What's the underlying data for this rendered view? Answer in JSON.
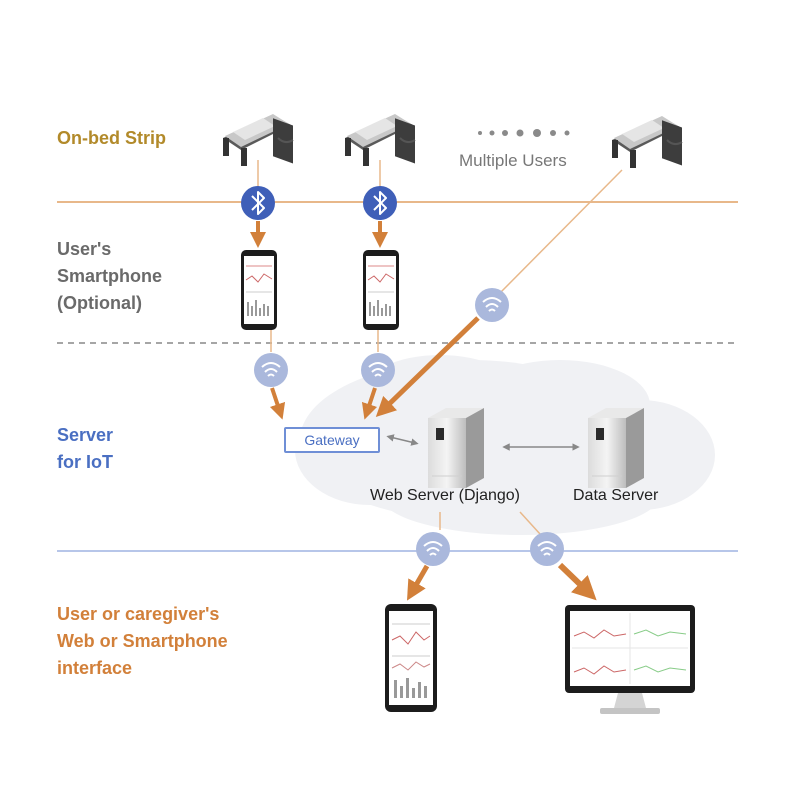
{
  "labels": {
    "on_bed_strip": "On-bed Strip",
    "users_smartphone_1": "User's",
    "users_smartphone_2": "Smartphone",
    "users_smartphone_3": "(Optional)",
    "server_1": "Server",
    "server_2": "for IoT",
    "interface_1": "User or caregiver's",
    "interface_2": "Web or Smartphone",
    "interface_3": "interface"
  },
  "nodes": {
    "multiple_users": "Multiple Users",
    "gateway": "Gateway",
    "web_server": "Web Server (Django)",
    "data_server": "Data Server"
  },
  "colors": {
    "strip_label": "#b28a2a",
    "phone_label": "#6a6a6a",
    "server_label": "#4a6fc2",
    "interface_label": "#d2803a",
    "arrow": "#d2803a",
    "bluetooth": "#3f5fb8",
    "wifi": "#aab8dc",
    "divider_orange": "#e8b88a",
    "divider_blue": "#9fb4e2"
  },
  "icons": [
    "bed-icon",
    "bluetooth-icon",
    "smartphone-icon",
    "wifi-icon",
    "server-tower-icon",
    "cloud-icon",
    "monitor-icon"
  ]
}
